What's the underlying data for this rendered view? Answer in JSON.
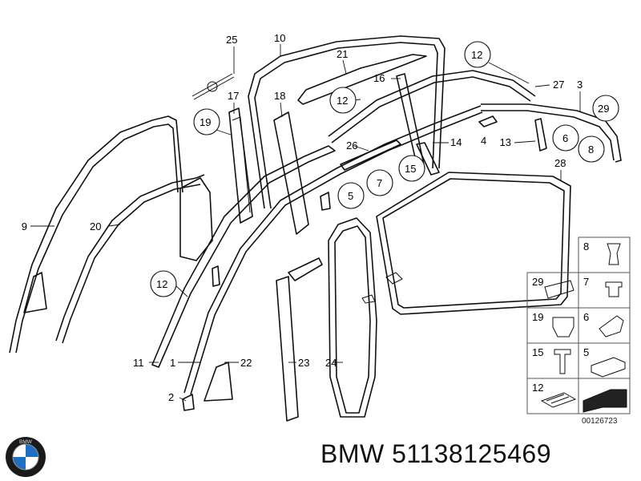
{
  "brand": "BMW",
  "part_number": "51138125469",
  "drawing_code": "00126723",
  "logo_letters": "BMW",
  "callouts": [
    {
      "id": "c25",
      "label": "25"
    },
    {
      "id": "c10",
      "label": "10"
    },
    {
      "id": "c21",
      "label": "21"
    },
    {
      "id": "c12a",
      "label": "12"
    },
    {
      "id": "c16",
      "label": "16"
    },
    {
      "id": "c27",
      "label": "27"
    },
    {
      "id": "c3",
      "label": "3"
    },
    {
      "id": "c17",
      "label": "17"
    },
    {
      "id": "c18",
      "label": "18"
    },
    {
      "id": "c12b",
      "label": "12"
    },
    {
      "id": "c29",
      "label": "29"
    },
    {
      "id": "c19",
      "label": "19"
    },
    {
      "id": "c26",
      "label": "26"
    },
    {
      "id": "c4",
      "label": "4"
    },
    {
      "id": "c13",
      "label": "13"
    },
    {
      "id": "c6",
      "label": "6"
    },
    {
      "id": "c8",
      "label": "8"
    },
    {
      "id": "c14",
      "label": "14"
    },
    {
      "id": "c15",
      "label": "15"
    },
    {
      "id": "c28",
      "label": "28"
    },
    {
      "id": "c7",
      "label": "7"
    },
    {
      "id": "c5",
      "label": "5"
    },
    {
      "id": "c9",
      "label": "9"
    },
    {
      "id": "c20",
      "label": "20"
    },
    {
      "id": "c12c",
      "label": "12"
    },
    {
      "id": "c11",
      "label": "11"
    },
    {
      "id": "c1",
      "label": "1"
    },
    {
      "id": "c22",
      "label": "22"
    },
    {
      "id": "c23",
      "label": "23"
    },
    {
      "id": "c24",
      "label": "24"
    },
    {
      "id": "c2",
      "label": "2"
    }
  ],
  "legend": {
    "cells": [
      {
        "id": "l8",
        "label": "8"
      },
      {
        "id": "l29",
        "label": "29"
      },
      {
        "id": "l7",
        "label": "7"
      },
      {
        "id": "l19",
        "label": "19"
      },
      {
        "id": "l6",
        "label": "6"
      },
      {
        "id": "l15",
        "label": "15"
      },
      {
        "id": "l5",
        "label": "5"
      },
      {
        "id": "l12",
        "label": "12"
      }
    ]
  }
}
